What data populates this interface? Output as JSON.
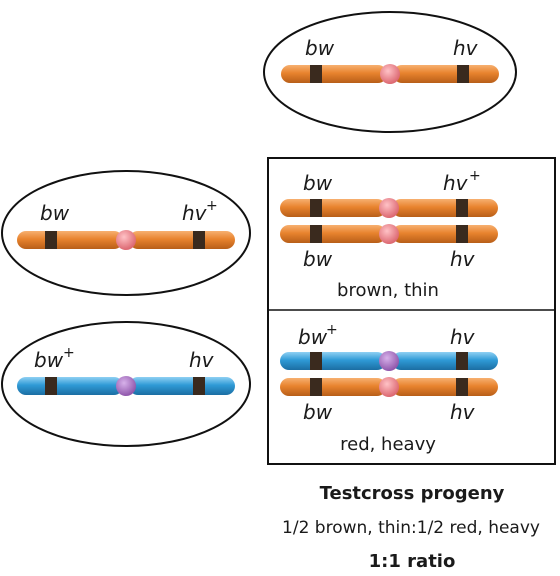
{
  "labels": {
    "bw": "bw",
    "hv": "hv",
    "plus": "+"
  },
  "progeny": {
    "class1": "brown, thin",
    "class2": "red, heavy"
  },
  "footer": {
    "title": "Testcross progeny",
    "ratio_text": "1/2 brown, thin:1/2 red, heavy",
    "ratio": "1:1 ratio"
  },
  "colors": {
    "orange": "#e8832e",
    "blue": "#2f9ad6",
    "centromere_red": "#e0707a",
    "centromere_purple": "#9a5fb3",
    "band": "#3a2a1e"
  }
}
